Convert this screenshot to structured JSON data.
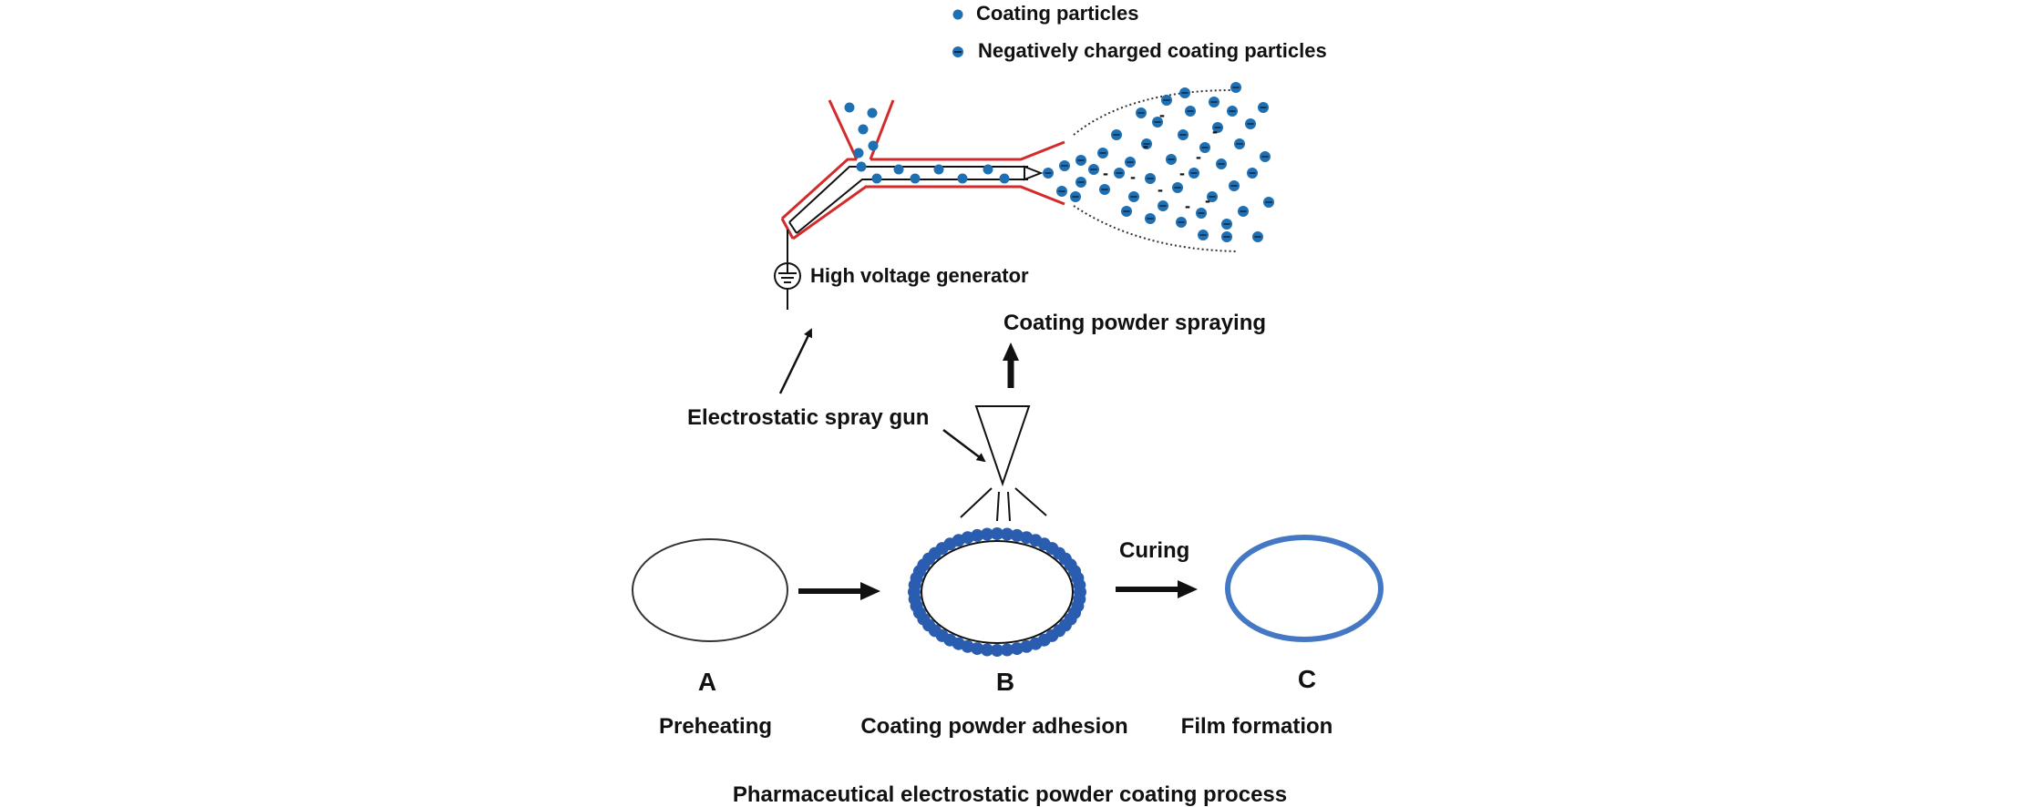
{
  "legend": {
    "items": [
      {
        "label": "Coating particles",
        "marker": "plain-dot",
        "color": "#1f6fb3"
      },
      {
        "label": "Negatively charged coating particles",
        "marker": "charged-dot",
        "color": "#1f6fb3"
      }
    ]
  },
  "gun_detail": {
    "generator_label": "High voltage generator",
    "charge_symbol": "-"
  },
  "labels": {
    "spraying": "Coating powder  spraying",
    "spray_gun": "Electrostatic spray gun",
    "curing": "Curing"
  },
  "stages": [
    {
      "letter": "A",
      "name": "Preheating"
    },
    {
      "letter": "B",
      "name": "Coating powder adhesion"
    },
    {
      "letter": "C",
      "name": "Film formation"
    }
  ],
  "title": "Pharmaceutical electrostatic powder coating process",
  "colors": {
    "particle": "#1f6fb3",
    "adhered_particle": "#2a5db0",
    "gun_outline": "#d32b2b",
    "film": "#4477c4",
    "ink": "#111111"
  }
}
